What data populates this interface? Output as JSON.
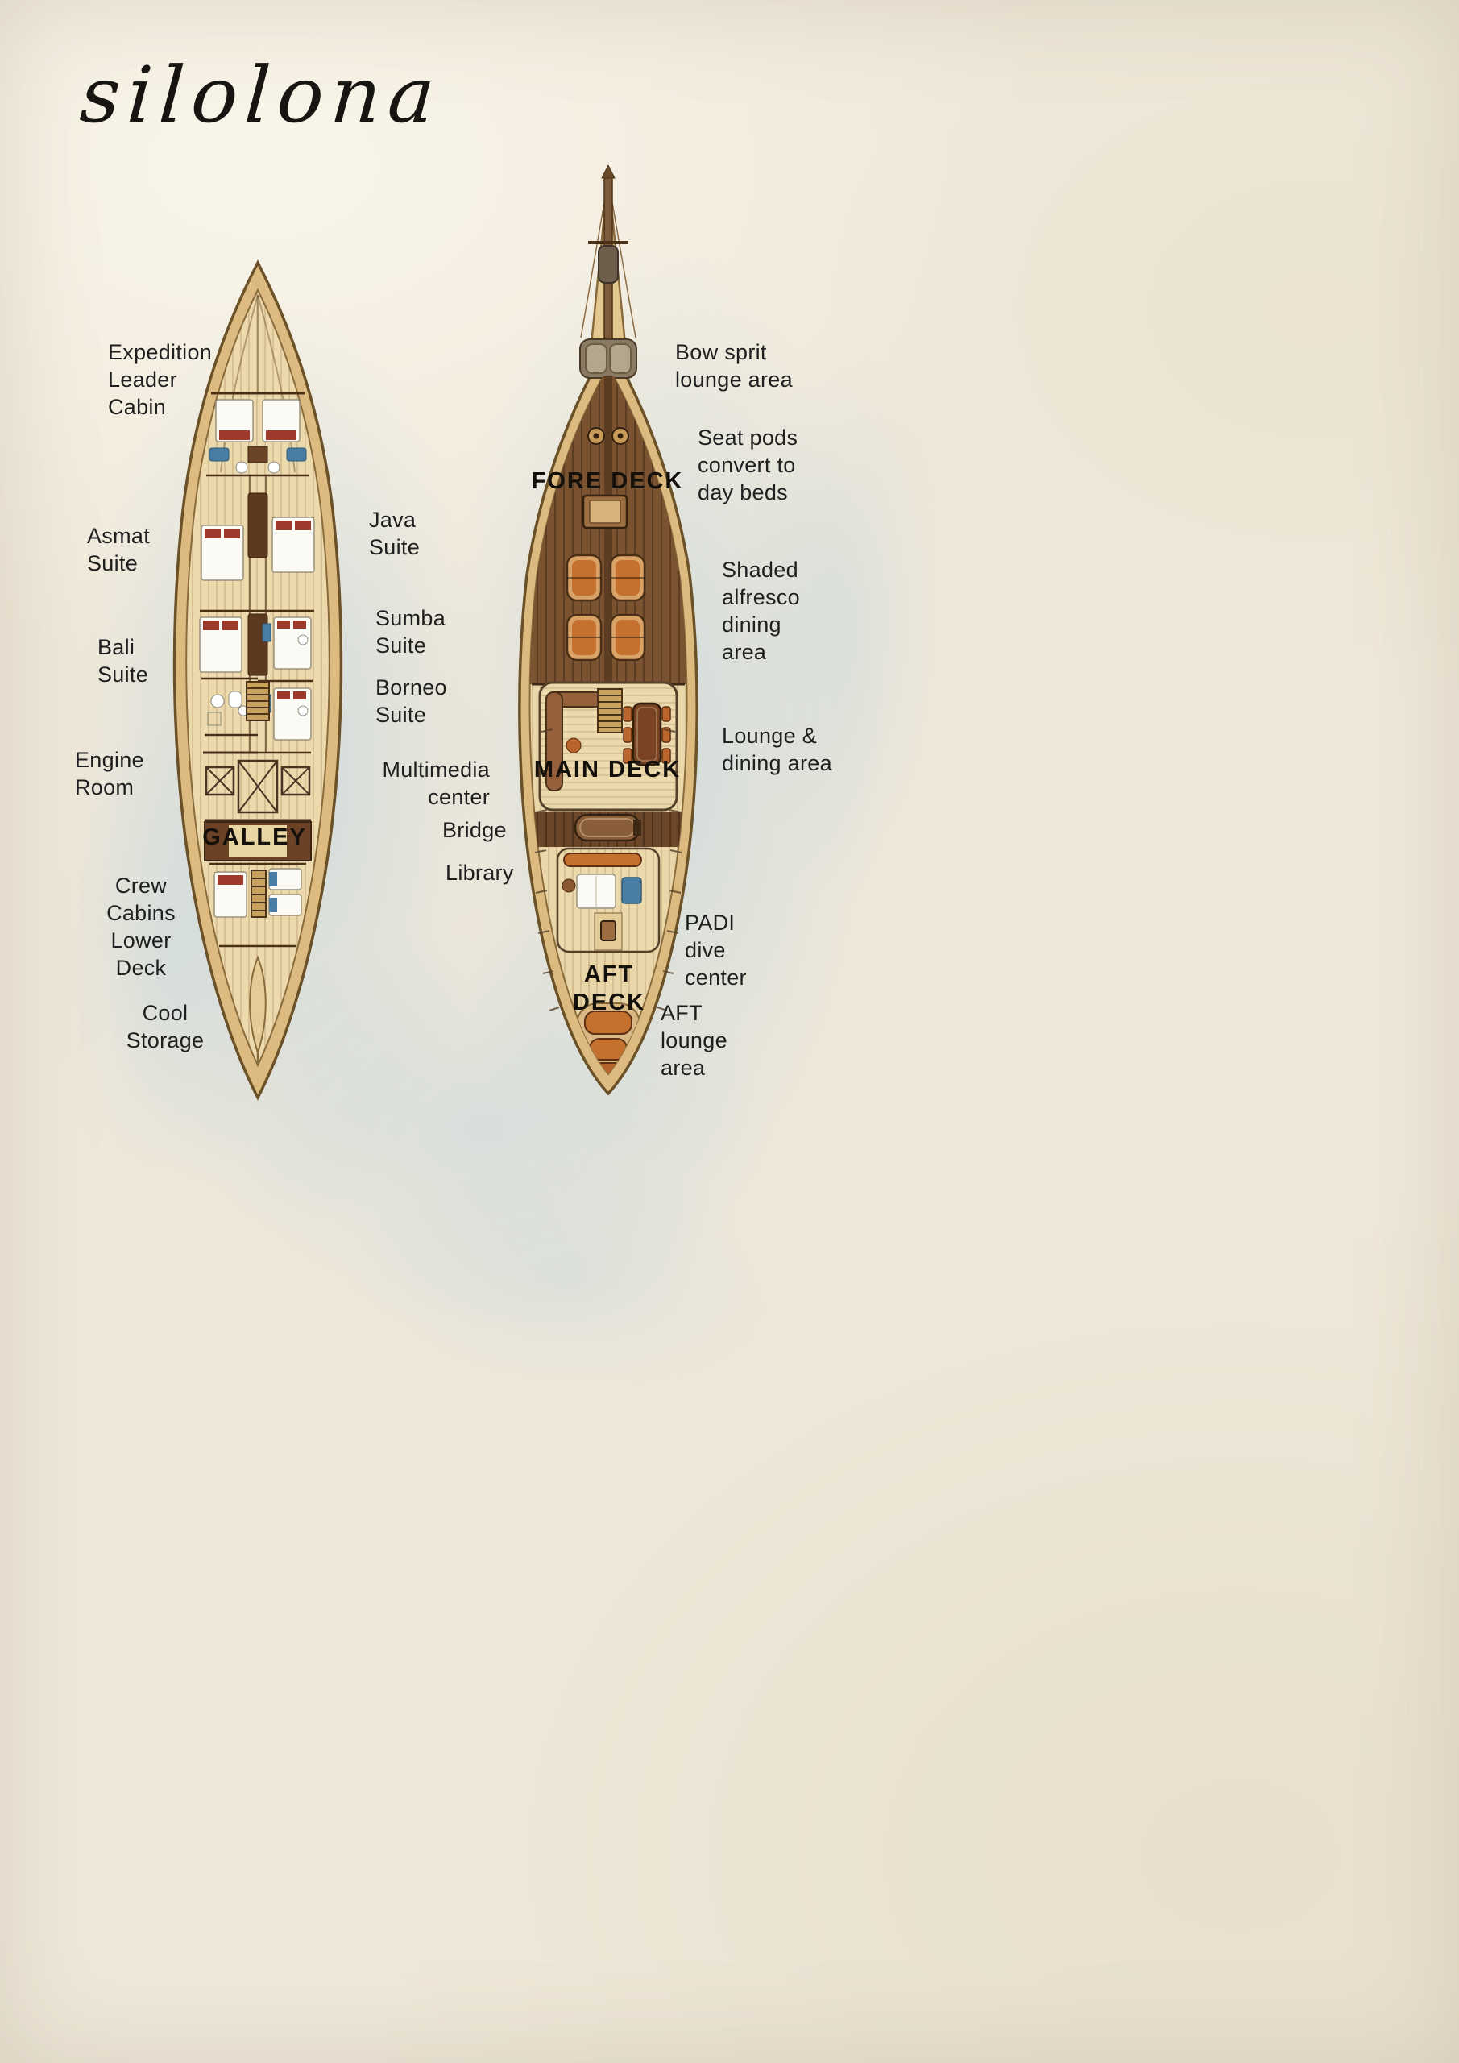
{
  "title": "silolona",
  "colors": {
    "paper": "#efe8d9",
    "watercolor_blue": "#aacbe0",
    "hull_tan": "#dcba80",
    "deck_cream": "#ecd9ac",
    "fore_deck_brown": "#7b5331",
    "cushion_orange": "#c4702e",
    "accent_blue": "#4a7da3",
    "ink": "#1f1f1f"
  },
  "lower_deck": {
    "galley": "GALLEY",
    "labels": {
      "expedition_leader_cabin": "Expedition\nLeader\nCabin",
      "asmat_suite": "Asmat\nSuite",
      "bali_suite": "Bali\nSuite",
      "engine_room": "Engine\nRoom",
      "crew_cabins": "Crew\nCabins\nLower\nDeck",
      "cool_storage": "Cool\nStorage",
      "java_suite": "Java\nSuite",
      "sumba_suite": "Sumba\nSuite",
      "borneo_suite": "Borneo\nSuite"
    }
  },
  "upper_deck": {
    "deck_names": {
      "fore": "FORE DECK",
      "main": "MAIN DECK",
      "aft": "AFT\nDECK"
    },
    "labels": {
      "bow_sprit": "Bow sprit\nlounge area",
      "seat_pods": "Seat pods\nconvert to\nday beds",
      "alfresco_dining": "Shaded\nalfresco\ndining\narea",
      "lounge_dining": "Lounge &\ndining area",
      "multimedia_center": "Multimedia\ncenter",
      "bridge": "Bridge",
      "library": "Library",
      "padi_dive_center": "PADI\ndive\ncenter",
      "aft_lounge": "AFT\nlounge\narea"
    }
  }
}
